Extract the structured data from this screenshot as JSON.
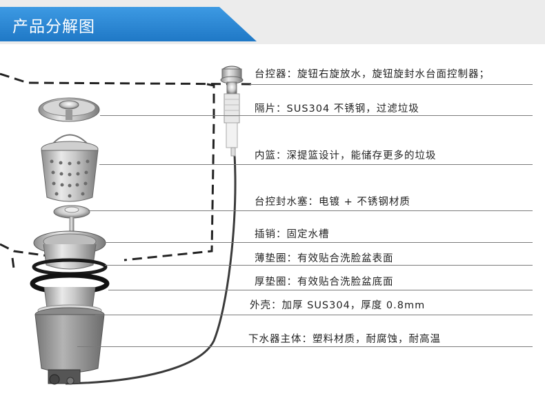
{
  "header": {
    "title": "产品分解图",
    "accent_color": "#1f78c6"
  },
  "callouts": [
    {
      "id": "controller",
      "text": "台控器：旋钮右旋放水，旋钮旋封水台面控制器；"
    },
    {
      "id": "strainer-cap",
      "text": "隔片：SUS304 不锈钢，过滤垃圾"
    },
    {
      "id": "inner-basket",
      "text": "内篮：深提篮设计，能储存更多的垃圾"
    },
    {
      "id": "plug",
      "text": "台控封水塞：电镀 + 不锈钢材质"
    },
    {
      "id": "pin",
      "text": "插销：固定水槽"
    },
    {
      "id": "thin-gasket",
      "text": "薄垫圈：有效贴合洗脸盆表面"
    },
    {
      "id": "thick-gasket",
      "text": "厚垫圈：有效贴合洗脸盆底面"
    },
    {
      "id": "shell",
      "text": "外壳：加厚 SUS304，厚度 0.8mm"
    },
    {
      "id": "drain-body",
      "text": "下水器主体：塑料材质，耐腐蚀，耐高温"
    }
  ]
}
